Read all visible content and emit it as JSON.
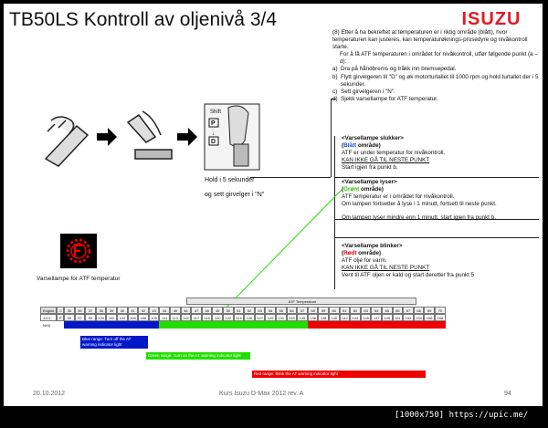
{
  "slide": {
    "title": "TB50LS Kontroll av oljenivå 3/4",
    "logo_text": "ISUZU",
    "instructions": {
      "intro": "(8) Etter å ha bekreftet at temperaturen er i riktig område (blått), hvor temperaturen kan justeres, kan temperaturøknings-prosedyre og nivåkontroll starte.",
      "intro2": "For å få ATF temperaturen i området for nivåkontroll, utfør følgende punkt (a – d):",
      "steps": [
        {
          "key": "a)",
          "text": "Dra på håndbrems og tråkk inn bremsepedal."
        },
        {
          "key": "b)",
          "text": "Flytt girvelgeren til \"D\" og øk motorturtallet til 1000 rpm og hold turtallet der i 5 sekunder."
        },
        {
          "key": "c)",
          "text": "Sett girvelgeren i \"N\"."
        },
        {
          "key": "d)",
          "text": "Sjekk varsellampe for ATF temperatur."
        }
      ]
    },
    "blocks": {
      "off": {
        "heading": "<Varsellampe slukker>",
        "area_open": "(",
        "area_color": "Blått",
        "area_close": " område)",
        "line1": "ATF er under temperatur for nivåkontroll.",
        "line2": "KAN IKKE GÅ TIL NESTE PUNKT",
        "line3": "Start igjen fra punkt b."
      },
      "on": {
        "heading": "<Varsellampe lyser>",
        "area_open": "(",
        "area_color": "Grønt",
        "area_close": " område)",
        "line1": "ATF temperatur er i området for nivåkontroll.",
        "line2": "Om lampen fortsetter å lyse i 1 minutt, fortsett til neste punkt.",
        "line3": "Om lampen lyser mindre enn 1 minutt, start igjen fra punkt b."
      },
      "blink": {
        "heading": "<Varsellampe blinker>",
        "area_open": "(",
        "area_color": "Rødt",
        "area_close": " område)",
        "line1": "ATF olje for varm.",
        "line2": "KAN IKKE GÅ TIL NESTE PUNKT",
        "line3": "Vent til ATF oljen er kald og start deretter fra punkt 5"
      }
    },
    "hold_text": [
      "Hold i 5 sekunder",
      "og sett girvelger i \"N\""
    ],
    "shift_label": "Shift",
    "gear_p": "P",
    "gear_d": "D",
    "warning_lamp_label": "Varsellampe for ATF temperatur",
    "atf_table": {
      "header": "ATF Temperature",
      "engine_label": "Engine",
      "engine_model": "4JJ1-NH4",
      "c_label": "C",
      "f_label": "F",
      "celsius": [
        "35",
        "36",
        "37",
        "38",
        "39",
        "40",
        "41",
        "42",
        "43",
        "44",
        "45",
        "46",
        "47",
        "48",
        "49",
        "50",
        "51",
        "52",
        "53",
        "54",
        "55",
        "56",
        "57",
        "58",
        "59",
        "60",
        "61",
        "62",
        "63",
        "64",
        "65",
        "66",
        "67",
        "68",
        "69",
        "70"
      ],
      "fahrenheit": [
        "95",
        "97",
        "99",
        "100",
        "102",
        "104",
        "106",
        "108",
        "109",
        "111",
        "113",
        "115",
        "117",
        "118",
        "120",
        "122",
        "124",
        "126",
        "127",
        "129",
        "131",
        "133",
        "135",
        "136",
        "138",
        "140",
        "142",
        "144",
        "145",
        "147",
        "149",
        "151",
        "153",
        "154",
        "156",
        "158"
      ],
      "ranges": [
        {
          "color": "blue",
          "start": 0,
          "end": 9
        },
        {
          "color": "green",
          "start": 9,
          "end": 23
        },
        {
          "color": "red",
          "start": 23,
          "end": 36
        }
      ]
    },
    "range_labels": {
      "blue": "Blue range: Turn off the AT warning indicator light",
      "green": "Green range: Turn on the AT warning indicator light",
      "red": "Red range: Blink the AT warning indicator light"
    },
    "colors": {
      "blue": "#0018c8",
      "green": "#22dd00",
      "red": "#ee0000",
      "logo_red": "#e21b23"
    },
    "footer": {
      "date": "20.10.2012",
      "course": "Kurs Isuzu D-Max 2012 rev. A",
      "page": "94"
    }
  },
  "watermark": "[1000x750] https://upic.me/"
}
